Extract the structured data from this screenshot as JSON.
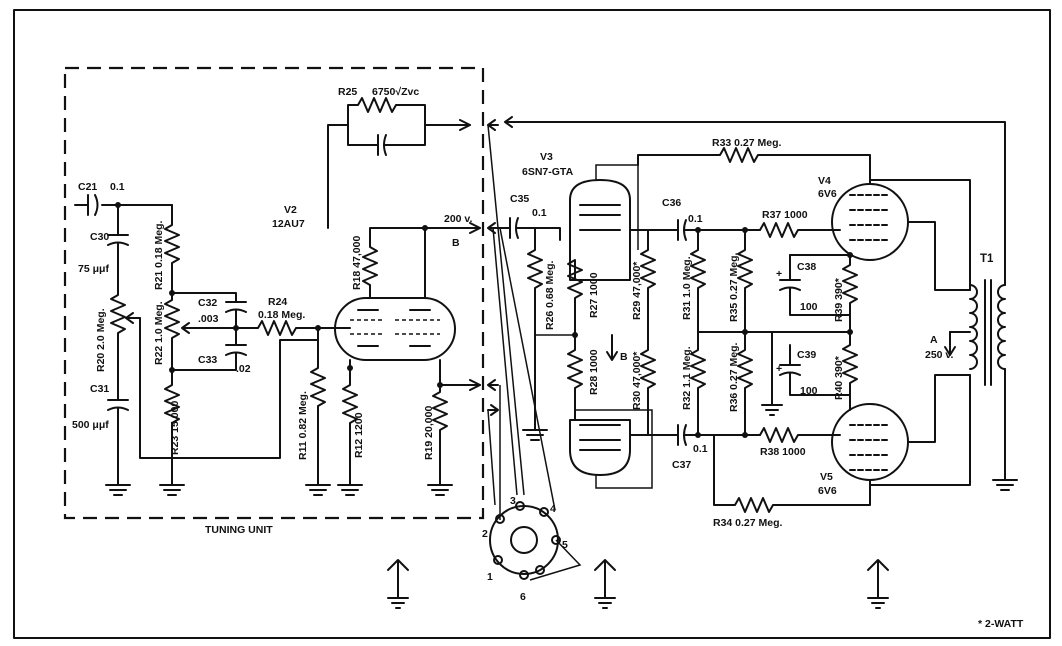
{
  "unit_label": "TUNING UNIT",
  "note": "* 2-WATT",
  "tubes": {
    "v2": {
      "ref": "V2",
      "type": "12AU7"
    },
    "v3": {
      "ref": "V3",
      "type": "6SN7-GTA"
    },
    "v4": {
      "ref": "V4",
      "type": "6V6"
    },
    "v5": {
      "ref": "V5",
      "type": "6V6"
    }
  },
  "transformer": "T1",
  "resistors": {
    "r11": "R11 0.82 Meg.",
    "r12": "R12 1200",
    "r18": "R18 47,000",
    "r19": "R19 20,000",
    "r20": "R20 2.0 Meg.",
    "r21": "R21 0.18 Meg.",
    "r22": "R22 1.0 Meg.",
    "r23": "R23 15,000",
    "r24": "R24",
    "r24_value": "0.18 Meg.",
    "r25": "R25",
    "r25_value": "6750√Zvc",
    "r26": "R26 0.68 Meg.",
    "r27": "R27 1000",
    "r28": "R28 1000",
    "r29": "R29 47,000*",
    "r30": "R30 47,000*",
    "r31": "R31 1.0 Meg.",
    "r32": "R32 1.1 Meg.",
    "r33": "R33 0.27 Meg.",
    "r34": "R34 0.27 Meg.",
    "r35": "R35 0.27 Meg.",
    "r36": "R36 0.27 Meg.",
    "r37": "R37 1000",
    "r38": "R38 1000",
    "r39": "R39 390*",
    "r40": "R40 390*"
  },
  "capacitors": {
    "c21": "C21",
    "c21_value": "0.1",
    "c30": "C30",
    "c30_value": "75 μμf",
    "c31": "C31",
    "c31_value": "500 μμf",
    "c32": "C32",
    "c32_value": ".003",
    "c33": "C33",
    "c33_value": ".02",
    "c35": "C35",
    "c35_value": "0.1",
    "c36": "C36",
    "c36_value": "0.1",
    "c37": "C37",
    "c37_value": "0.1",
    "c38": "C38",
    "c38_value": "100",
    "c39": "C39",
    "c39_value": "100"
  },
  "voltages": {
    "b200": "200 v.",
    "b200_node": "B",
    "a250": "250 v.",
    "a250_node": "A",
    "b_mid": "B"
  },
  "pin_labels": [
    "1",
    "2",
    "3",
    "4",
    "5",
    "6"
  ]
}
